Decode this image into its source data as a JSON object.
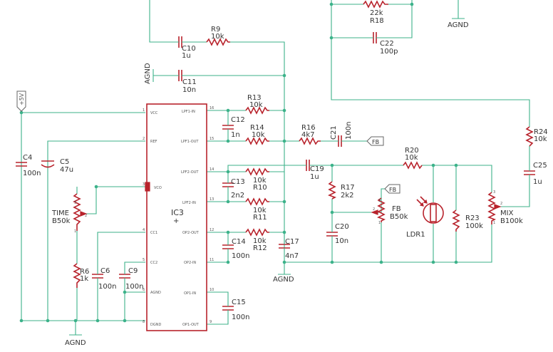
{
  "components": {
    "R9": {
      "name": "R9",
      "value": "10k"
    },
    "R18": {
      "name": "R18",
      "value": "22k"
    },
    "R13": {
      "name": "R13",
      "value": "10k"
    },
    "R14": {
      "name": "R14",
      "value": "10k"
    },
    "R16": {
      "name": "R16",
      "value": "4k7"
    },
    "R20": {
      "name": "R20",
      "value": "10k"
    },
    "R24": {
      "name": "R24",
      "value": "10k"
    },
    "R10": {
      "name": "R10",
      "value": "10k"
    },
    "R11": {
      "name": "R11",
      "value": "10k"
    },
    "R12": {
      "name": "R12",
      "value": "10k"
    },
    "R17": {
      "name": "R17",
      "value": "2k2"
    },
    "R23": {
      "name": "R23",
      "value": "100k"
    },
    "R6": {
      "name": "R6",
      "value": "1k"
    },
    "C10": {
      "name": "C10",
      "value": "1u"
    },
    "C11": {
      "name": "C11",
      "value": "10n"
    },
    "C22": {
      "name": "C22",
      "value": "100p"
    },
    "C12": {
      "name": "C12",
      "value": "1n"
    },
    "C21": {
      "name": "C21",
      "value": "100n"
    },
    "C19": {
      "name": "C19",
      "value": "1u"
    },
    "C25": {
      "name": "C25",
      "value": "1u"
    },
    "C4": {
      "name": "C4",
      "value": "100n"
    },
    "C5": {
      "name": "C5",
      "value": "47u"
    },
    "C13": {
      "name": "C13",
      "value": "2n2"
    },
    "C20": {
      "name": "C20",
      "value": "10n"
    },
    "C14": {
      "name": "C14",
      "value": "100n"
    },
    "C17": {
      "name": "C17",
      "value": "4n7"
    },
    "C6": {
      "name": "C6",
      "value": "100n"
    },
    "C9": {
      "name": "C9",
      "value": "100n"
    },
    "C15": {
      "name": "C15",
      "value": "100n"
    },
    "TIME": {
      "name": "TIME",
      "value": "B50k"
    },
    "FB_POT": {
      "name": "FB",
      "value": "B50k"
    },
    "MIX": {
      "name": "MIX",
      "value": "B100k"
    },
    "LDR1": {
      "name": "LDR1"
    },
    "IC3": {
      "name": "IC3"
    }
  },
  "ic_pins": {
    "vcc": "VCC",
    "ref": "REF",
    "vco": "VCO",
    "cc1": "CC1",
    "cc2": "CC2",
    "agnd": "AGND",
    "dgnd": "DGND",
    "lpf1_in": "LPF1-IN",
    "lpf1_out": "LPF1-OUT",
    "lpf2_out": "LPF2-OUT",
    "lpf2_in": "LPF2-IN",
    "op2_out": "OP2-OUT",
    "op2_in": "OP2-IN",
    "op1_in": "OP1-IN",
    "op1_out": "OP1-OUT"
  },
  "ic_pin_numbers": {
    "vcc": "1",
    "ref": "2",
    "vco": "3",
    "cc1": "4",
    "cc2": "5",
    "agnd": "6",
    "dgnd": "8",
    "lpf1_in": "16",
    "lpf1_out": "15",
    "lpf2_out": "14",
    "lpf2_in": "13",
    "op2_out": "12",
    "op2_in": "11",
    "op1_in": "10",
    "op1_out": "9"
  },
  "nets": {
    "agnd": "AGND",
    "vplus": "+5V",
    "fb": "FB"
  },
  "pot_pins": {
    "p1": "1",
    "p2": "2",
    "p3": "3"
  },
  "colors": {
    "wire": "#3cb28a",
    "part": "#b8232c",
    "text": "#333333"
  }
}
